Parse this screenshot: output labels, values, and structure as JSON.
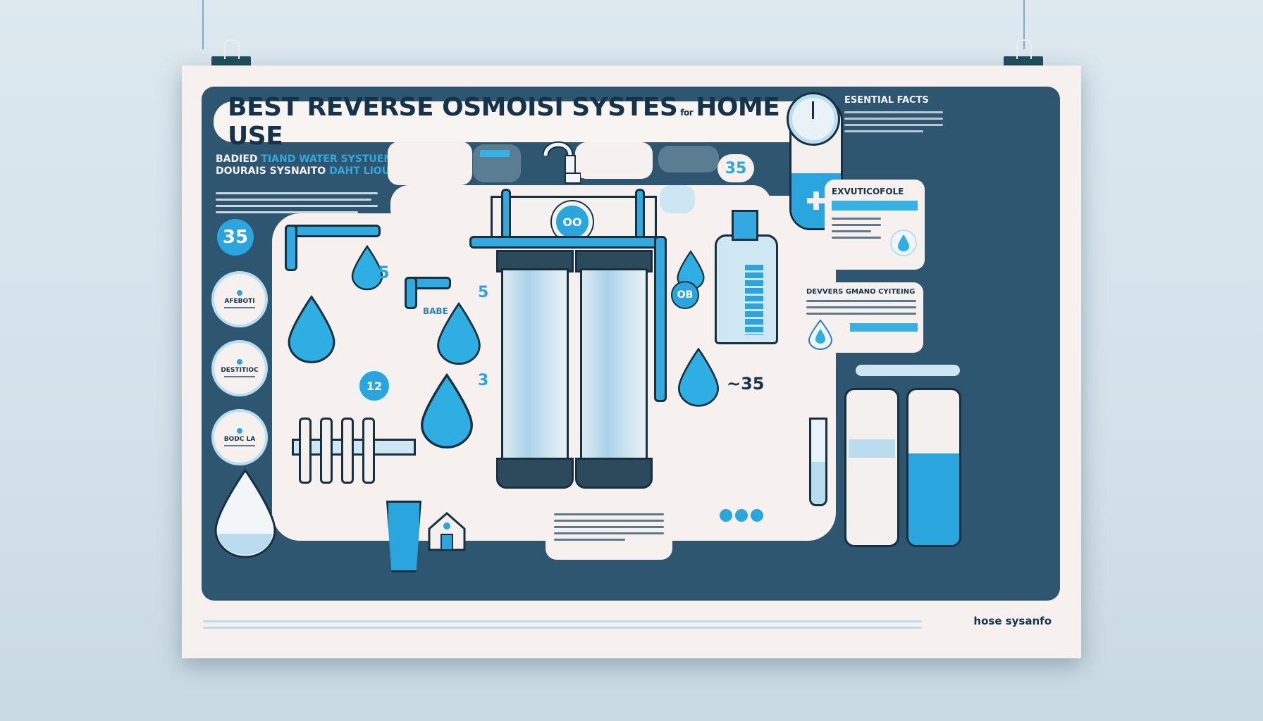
{
  "poster": {
    "title": {
      "main_left": "BEST  REVERSE OSMOISI SYSTES",
      "connector": "for",
      "main_right": "HOME USE"
    },
    "subheading": {
      "line1_white": "BADIED",
      "line1_blue": "TIAND WATER SYSTUENT",
      "line2_white": "DOURAIS SYSNAITO",
      "line2_blue": "DAHT LIOU"
    },
    "left_column": {
      "big_badge": "35",
      "circle_cards": [
        {
          "label": "AFEBOTI"
        },
        {
          "label": "DESTITIOC"
        },
        {
          "label": "BODC LA"
        }
      ]
    },
    "center": {
      "filter_badge": "OO",
      "numbers": [
        "5",
        "5",
        "3",
        "12"
      ],
      "tag_label": "BABE"
    },
    "right_center": {
      "badge_ob": "OB",
      "stat_value": "~35",
      "small_badge": "35"
    },
    "right_column": {
      "essential_facts_title": "ESENTIAL FACTS",
      "exvutic_card_title": "EXVUTICOFOLE",
      "reverse_card_title": "DEVVERS GMANO CYITEING"
    },
    "footer": {
      "brand": "hose sysanfo"
    },
    "colors": {
      "background": "#d3e1ea",
      "poster": "#f6f1ef",
      "board": "#2f5670",
      "accent_blue": "#2aa5de",
      "dark_navy": "#15334a"
    }
  }
}
